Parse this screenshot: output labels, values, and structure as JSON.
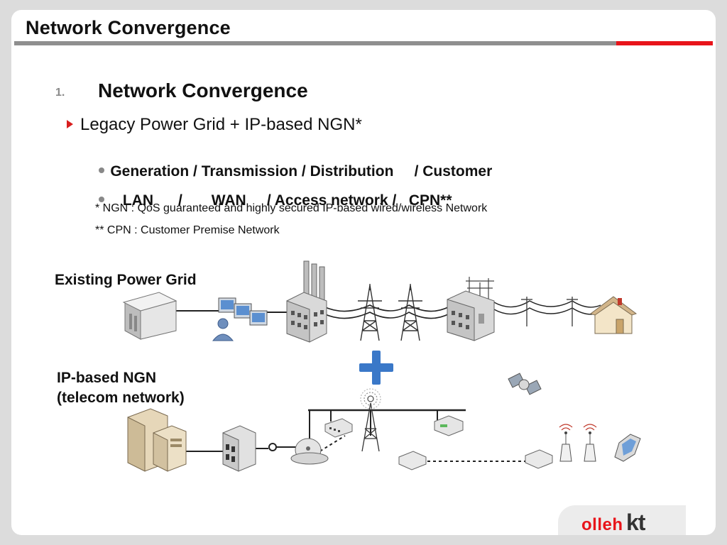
{
  "slide": {
    "title": "Network Convergence",
    "heading_number": "1.",
    "heading": "Network Convergence",
    "bullet": "Legacy Power Grid + IP-based NGN*",
    "sub_bullets": [
      "Generation / Transmission / Distribution     / Customer",
      "   LAN      /       WAN     / Access network /   CPN**"
    ],
    "footnotes": [
      "* NGN : QoS guaranteed and highly secured IP-based wired/wireless Network",
      "** CPN : Customer Premise Network"
    ]
  },
  "diagram": {
    "power_grid_label": "Existing Power Grid",
    "ngn_label_line1": "IP-based NGN",
    "ngn_label_line2": "(telecom network)"
  },
  "logo": {
    "text": "olleh",
    "mark": "kt",
    "colors": {
      "olleh": "#e8141a",
      "kt": "#333333"
    }
  },
  "colors": {
    "accent_red": "#e8141a",
    "rule_gray": "#8f8f8f",
    "plus_blue": "#3a78c8"
  }
}
